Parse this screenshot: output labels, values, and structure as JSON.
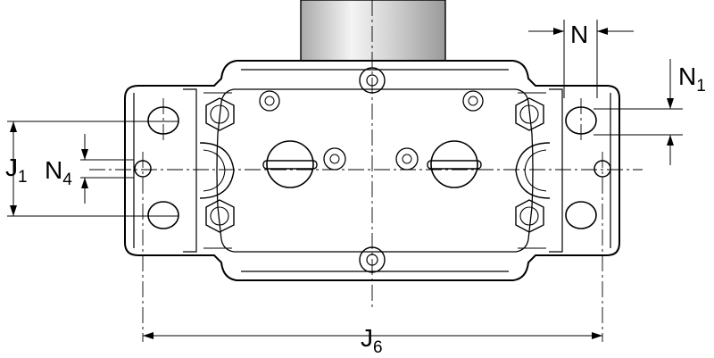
{
  "labels": {
    "n": {
      "main": "N",
      "sub": ""
    },
    "n1": {
      "main": "N",
      "sub": "1"
    },
    "n4": {
      "main": "N",
      "sub": "4"
    },
    "j1": {
      "main": "J",
      "sub": "1"
    },
    "j6": {
      "main": "J",
      "sub": "6"
    }
  },
  "colors": {
    "line": "#000000",
    "body_fill": "#ffffff",
    "shaft_shade": "#c8c8c8",
    "shaft_highlight": "#f2f2f2"
  }
}
